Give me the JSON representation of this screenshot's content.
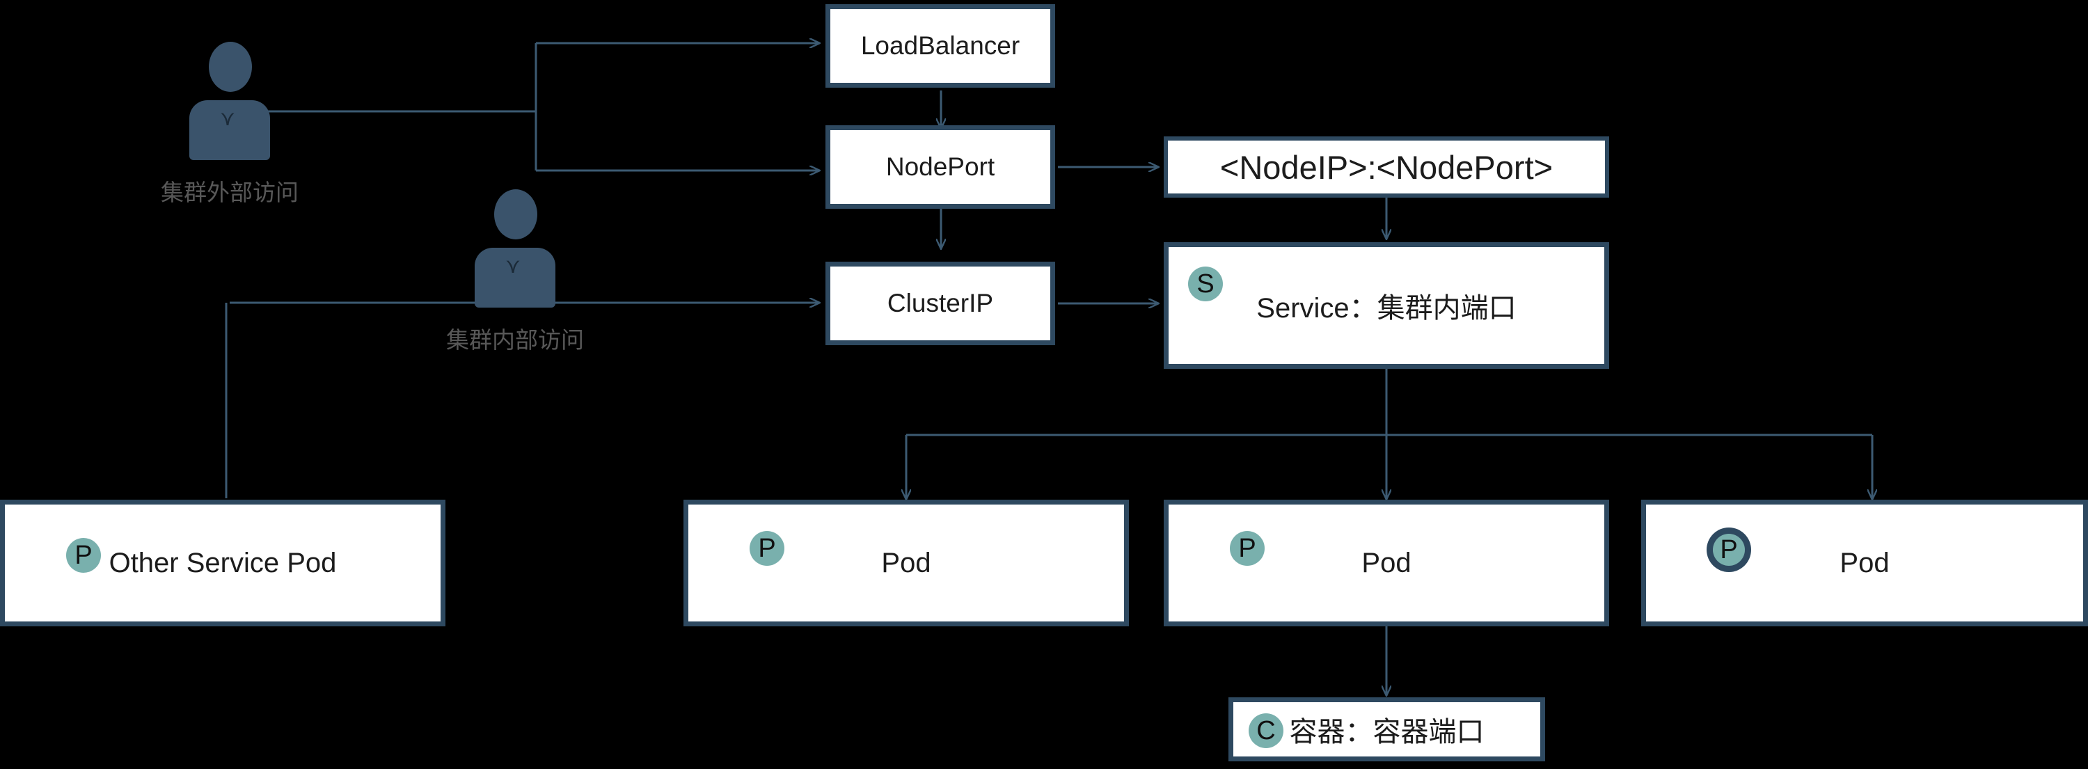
{
  "diagram": {
    "title": "Kubernetes Service access paths",
    "background_color": "#000000",
    "node_fill": "#ffffff",
    "node_border_color": "#2e4960",
    "connector_color": "#3c5a72",
    "badge_color": "#79b0ad",
    "actor_color": "#3a536b",
    "caption_color": "#585858"
  },
  "actors": [
    {
      "id": "external-user",
      "caption": "集群外部访问"
    },
    {
      "id": "internal-user",
      "caption": "集群内部访问"
    }
  ],
  "nodes": {
    "load_balancer": {
      "label": "LoadBalancer"
    },
    "node_port": {
      "label": "NodePort"
    },
    "cluster_ip": {
      "label": "ClusterIP"
    },
    "node_endpoint": {
      "label": "<NodeIP>:<NodePort>"
    },
    "service": {
      "label": "Service：集群内端口",
      "badge": "S"
    },
    "other_service_pod": {
      "label": "Other Service Pod",
      "badge": "P"
    },
    "pod_left": {
      "label": "Pod",
      "badge": "P"
    },
    "pod_center": {
      "label": "Pod",
      "badge": "P"
    },
    "pod_right": {
      "label": "Pod",
      "badge": "P"
    },
    "container": {
      "label": "容器：容器端口",
      "badge": "C"
    }
  },
  "connections": [
    {
      "from": "external-user",
      "to": "load_balancer"
    },
    {
      "from": "external-user",
      "to": "node_port"
    },
    {
      "from": "load_balancer",
      "to": "node_port"
    },
    {
      "from": "node_port",
      "to": "node_endpoint"
    },
    {
      "from": "node_port",
      "to": "cluster_ip"
    },
    {
      "from": "internal-user",
      "to": "cluster_ip"
    },
    {
      "from": "cluster_ip",
      "to": "service"
    },
    {
      "from": "node_endpoint",
      "to": "service"
    },
    {
      "from": "other_service_pod",
      "to": "cluster_ip"
    },
    {
      "from": "service",
      "to": "pod_left"
    },
    {
      "from": "service",
      "to": "pod_center"
    },
    {
      "from": "service",
      "to": "pod_right"
    },
    {
      "from": "pod_center",
      "to": "container"
    }
  ]
}
